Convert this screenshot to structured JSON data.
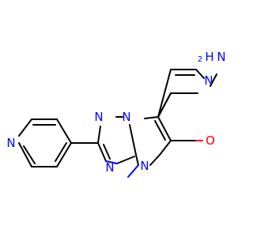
{
  "molecule": {
    "colors": {
      "carbon_bond": "#000000",
      "nitrogen": "#0000ff",
      "oxygen": "#ff0000"
    },
    "atom_labels": {
      "n_pyridine": "N",
      "n_triazole_1": "N",
      "n_triazole_2": "N",
      "n_triazole_3": "N",
      "n_pyrimidine": "N",
      "n_pyridinone": "N",
      "n_amino": "N",
      "h_amino": "H",
      "h2_sub": "2",
      "o_carbonyl": "O"
    }
  }
}
